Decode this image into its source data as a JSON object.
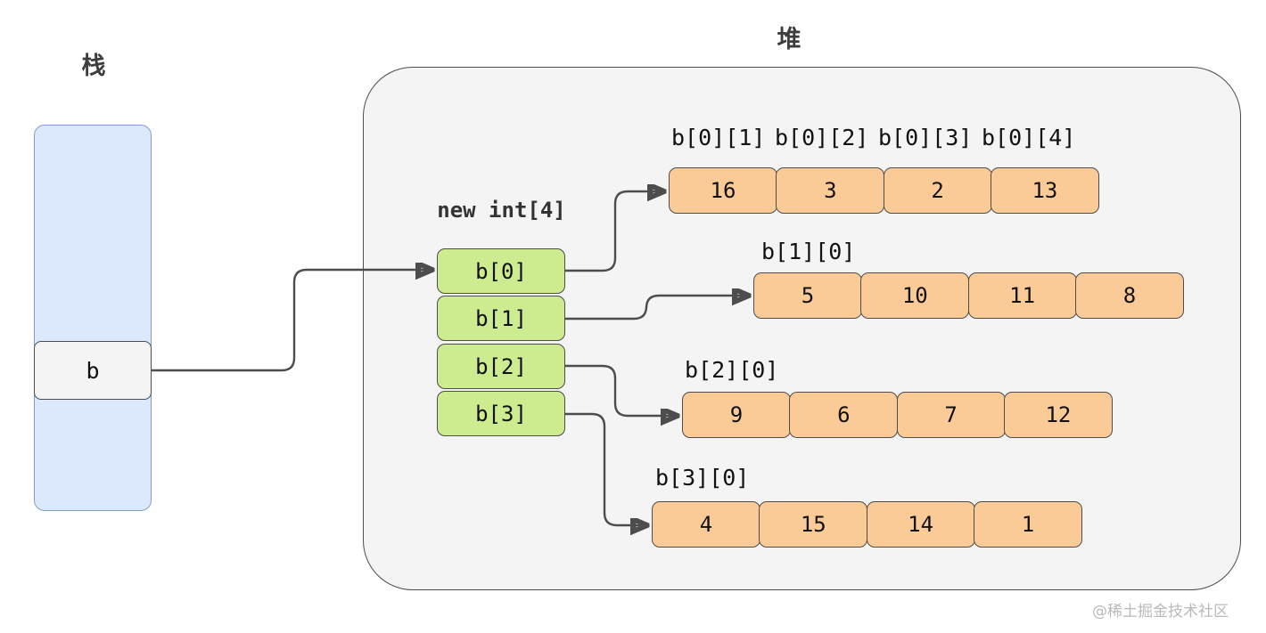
{
  "titles": {
    "stack": "栈",
    "heap": "堆"
  },
  "stack": {
    "variable_label": "b"
  },
  "heap": {
    "alloc_caption": "new int[4]",
    "pointer_array": [
      {
        "label": "b[0]"
      },
      {
        "label": "b[1]"
      },
      {
        "label": "b[2]"
      },
      {
        "label": "b[3]"
      }
    ],
    "rows": [
      {
        "index_labels": [
          "b[0][1]",
          "b[0][2]",
          "b[0][3]",
          "b[0][4]"
        ],
        "values": [
          "16",
          "3",
          "2",
          "13"
        ]
      },
      {
        "index_labels": [
          "b[1][0]"
        ],
        "values": [
          "5",
          "10",
          "11",
          "8"
        ]
      },
      {
        "index_labels": [
          "b[2][0]"
        ],
        "values": [
          "9",
          "6",
          "7",
          "12"
        ]
      },
      {
        "index_labels": [
          "b[3][0]"
        ],
        "values": [
          "4",
          "15",
          "14",
          "1"
        ]
      }
    ]
  },
  "watermark": "@稀土掘金技术社区",
  "colors": {
    "stack_fill": "#dce8fb",
    "stack_stroke": "#7b9ed4",
    "var_fill": "#f4f4f4",
    "heap_fill": "#f4f4f4",
    "pointer_fill": "#cdeb8f",
    "value_fill": "#fbcb97",
    "stroke": "#4d4d4d",
    "title_text": "#3d3d3d"
  }
}
